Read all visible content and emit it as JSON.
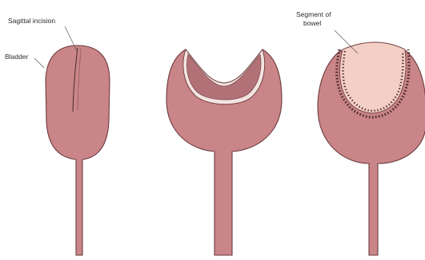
{
  "labels": {
    "incision": "Sagittal incision",
    "bladder": "Bladder",
    "segment_line1": "Segment of",
    "segment_line2": "bowel"
  },
  "colors": {
    "bladder_fill": "#c98587",
    "bladder_edge": "#6e3c40",
    "bladder_inner": "#b27176",
    "cavity_rim": "#f3e4e2",
    "bowel_fill": "#f4cfc5",
    "suture": "#4a2a2c",
    "leader": "#555555"
  },
  "icons": [
    "bladder-with-incision-icon",
    "opened-bladder-icon",
    "augmented-bladder-icon"
  ]
}
